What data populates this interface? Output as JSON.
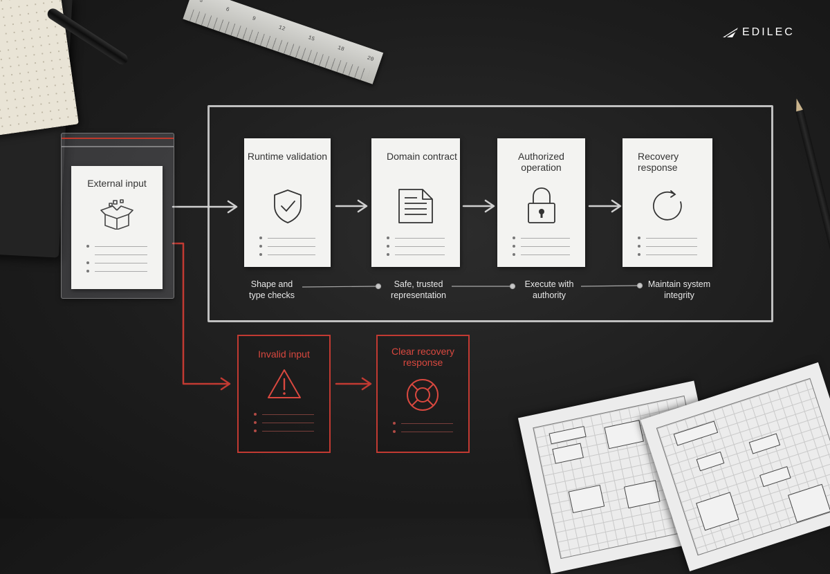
{
  "brand": {
    "logo_text": "EDILEC"
  },
  "input_card": {
    "title": "External input",
    "icon": "open-box-icon"
  },
  "steps": [
    {
      "title": "Runtime validation",
      "icon": "shield-check-icon",
      "caption": "Shape and type checks"
    },
    {
      "title": "Domain contract",
      "icon": "document-icon",
      "caption": "Safe, trusted representation"
    },
    {
      "title": "Authorized operation",
      "icon": "padlock-icon",
      "caption": "Execute with authority"
    },
    {
      "title": "Recovery response",
      "icon": "refresh-icon",
      "caption": "Maintain system integrity"
    }
  ],
  "error_path": [
    {
      "title": "Invalid input",
      "icon": "warning-icon"
    },
    {
      "title": "Clear recovery response",
      "icon": "lifebuoy-icon"
    }
  ],
  "colors": {
    "chalk": "#d6d6d6",
    "error": "#c23a32",
    "card": "#f3f3f1",
    "background": "#1f1f1f"
  }
}
